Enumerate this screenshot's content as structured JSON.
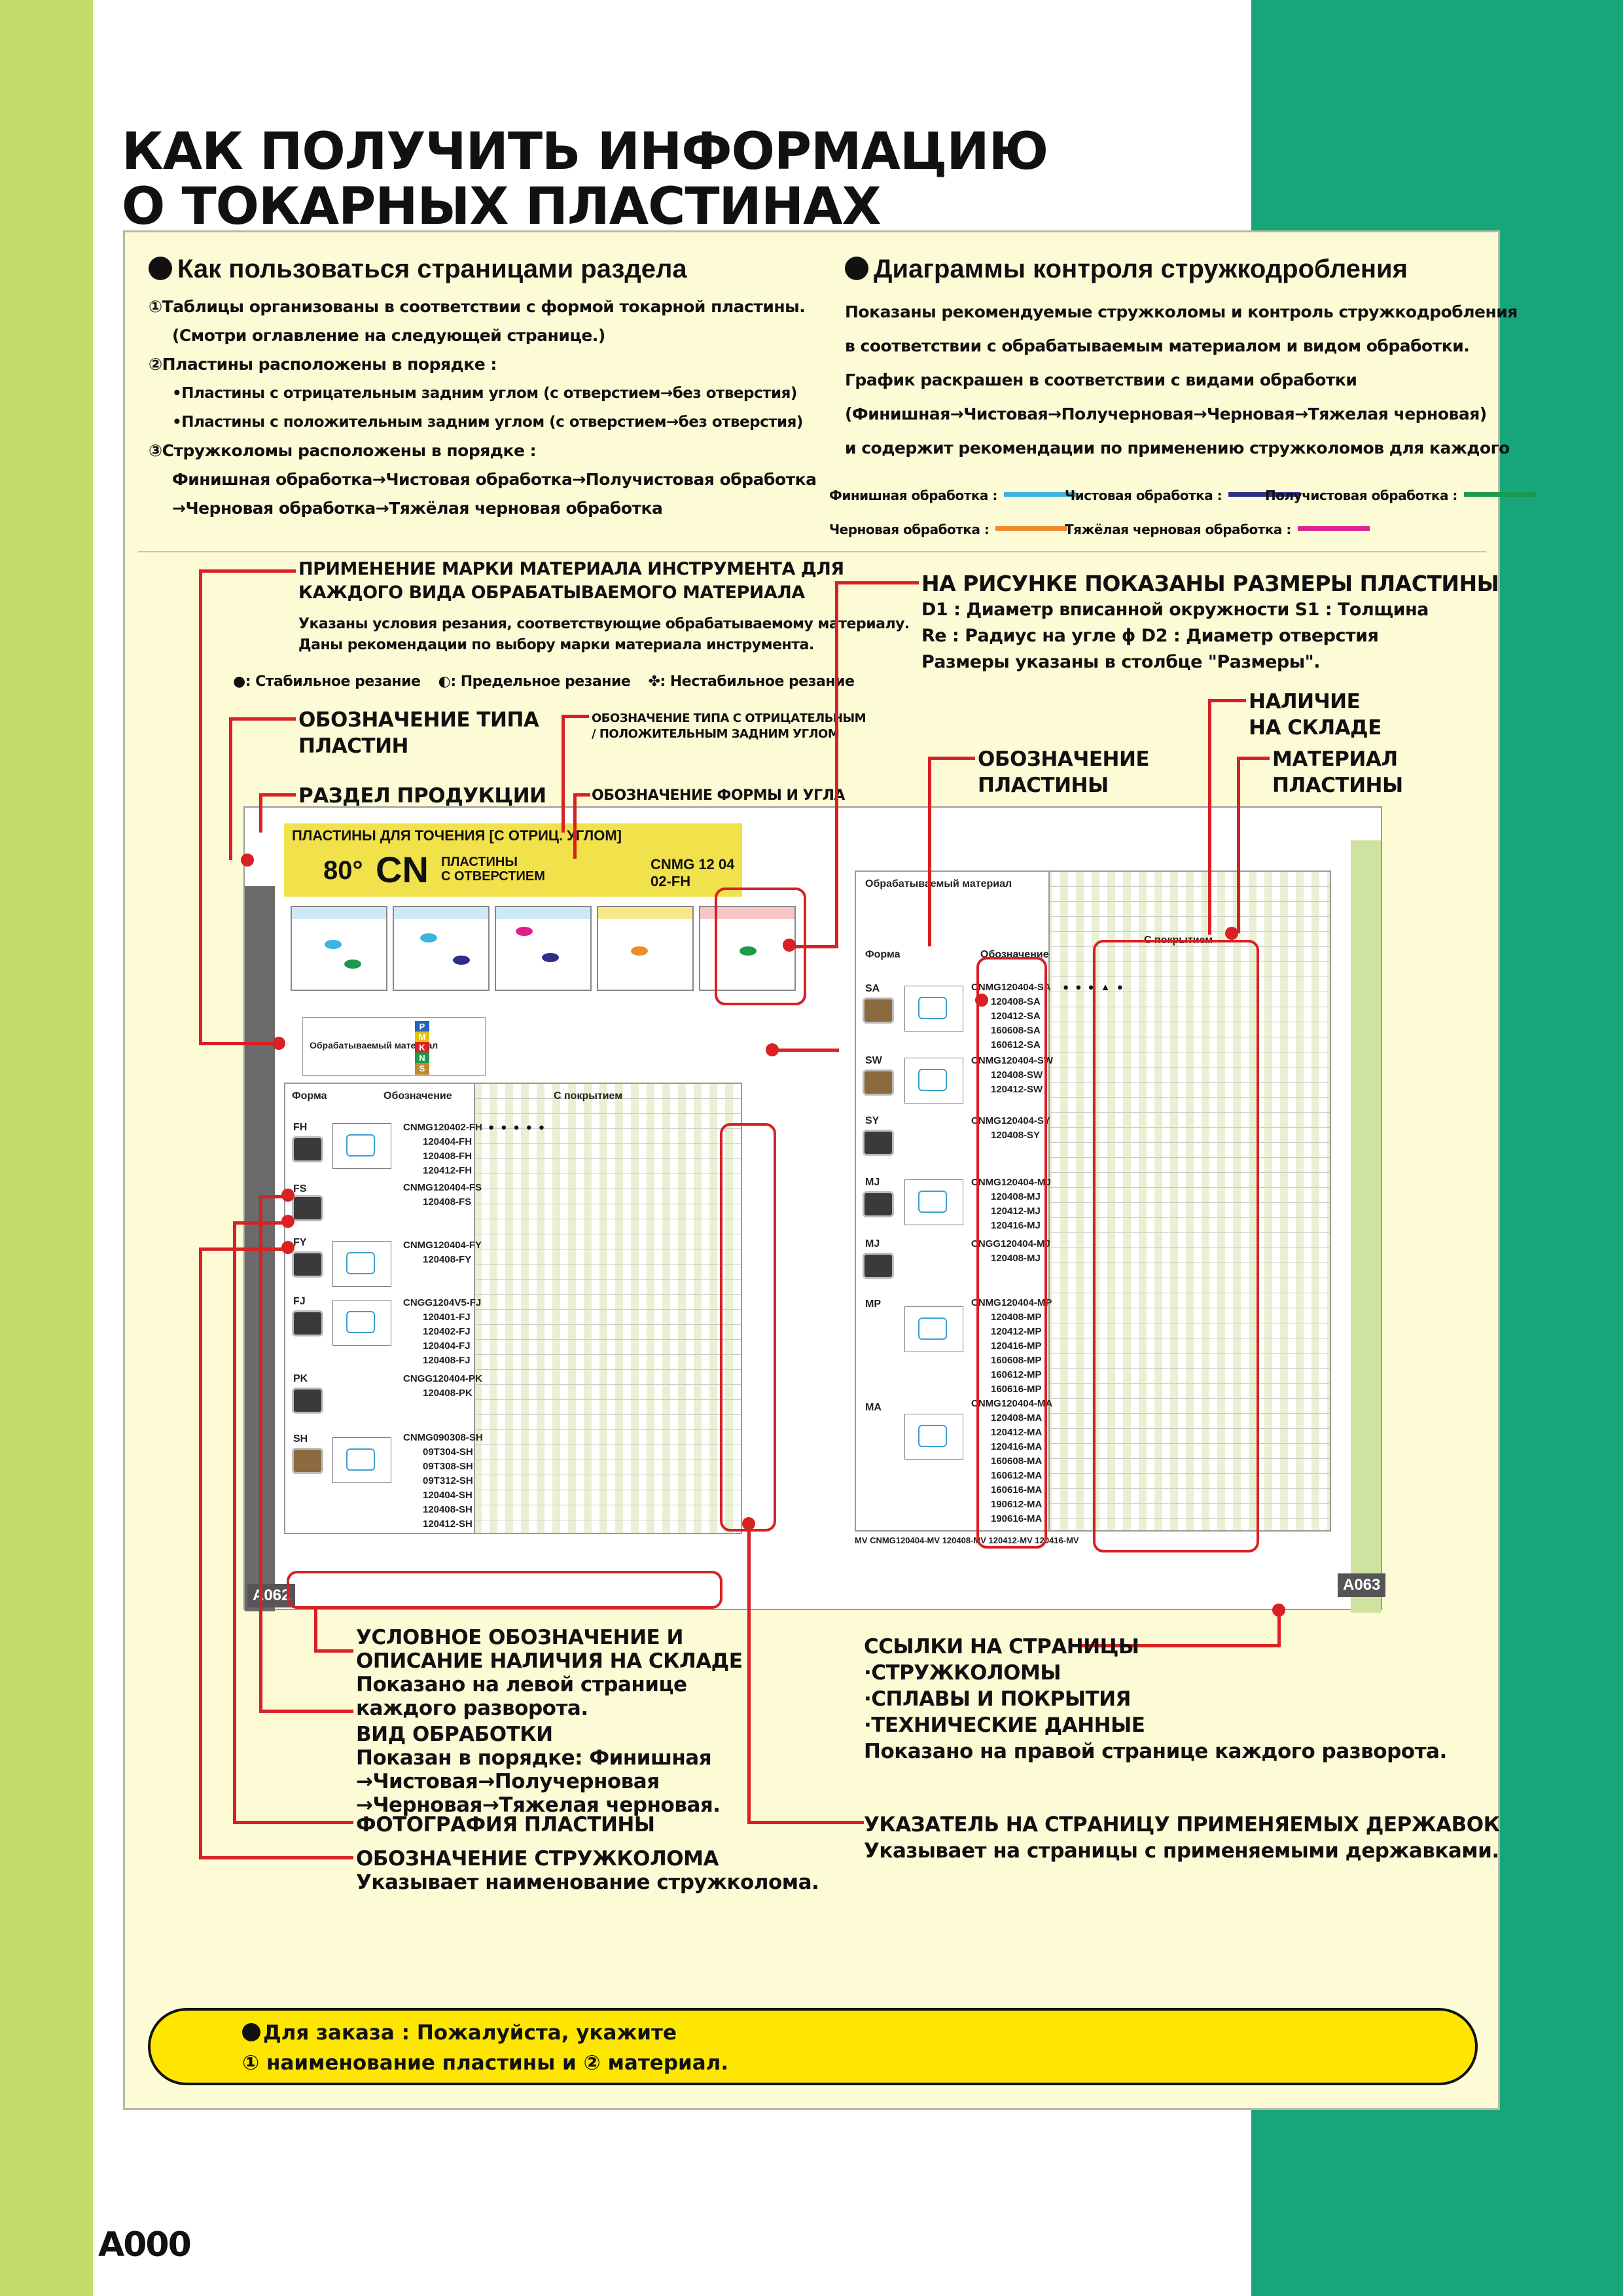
{
  "title": {
    "line1": "КАК ПОЛУЧИТЬ ИНФОРМАЦИЮ",
    "line2": "О ТОКАРНЫХ ПЛАСТИНАХ"
  },
  "usage": {
    "heading": "Как пользоваться страницами раздела",
    "items": [
      "①Таблицы организованы в соответствии с формой токарной пластины.",
      "(Смотри оглавление на следующей странице.)",
      "②Пластины расположены в порядке :",
      "•Пластины с отрицательным задним углом (с отверстием→без отверстия)",
      "•Пластины с положительным задним углом (с отверстием→без отверстия)",
      "③Стружколомы расположены в порядке :",
      "Финишная обработка→Чистовая обработка→Получистовая обработка",
      "→Черновая обработка→Тяжёлая черновая обработка"
    ]
  },
  "chip_control": {
    "heading": "Диаграммы контроля стружкодробления",
    "lines": [
      "Показаны рекомендуемые стружколомы и контроль стружкодробления",
      "в соответствии с обрабатываемым материалом и видом обработки.",
      "График раскрашен в соответствии с видами обработки",
      "(Финишная→Чистовая→Получерновая→Черновая→Тяжелая черновая)",
      "и содержит рекомендации по применению стружколомов для каждого"
    ],
    "legend": [
      {
        "label": "Финишная обработка :",
        "color": "#3cb4e0"
      },
      {
        "label": "Чистовая обработка :",
        "color": "#2c2f86"
      },
      {
        "label": "Получистовая обработка :",
        "color": "#1a9a4a"
      },
      {
        "label": "Черновая обработка :",
        "color": "#f08a2a"
      },
      {
        "label": "Тяжёлая черновая обработка :",
        "color": "#e0208a"
      }
    ]
  },
  "callouts": {
    "grade": {
      "title1": "ПРИМЕНЕНИЕ МАРКИ МАТЕРИАЛА ИНСТРУМЕНТА ДЛЯ",
      "title2": "КАЖДОГО ВИДА ОБРАБАТЫВАЕМОГО МАТЕРИАЛА",
      "desc1": "Указаны условия резания, соответствующие обрабатываемому материалу.",
      "desc2": "Даны рекомендации по выбору марки материала инструмента.",
      "stable": ": Стабильное резание",
      "limit": ": Предельное резание",
      "unstable": ": Нестабильное резание"
    },
    "dimensions": {
      "title": "НА РИСУНКЕ ПОКАЗАНЫ РАЗМЕРЫ ПЛАСТИНЫ",
      "l1": "D1 : Диаметр вписанной окружности  S1 : Толщина",
      "l2": "Re : Радиус на угле  ϕ D2 : Диаметр отверстия",
      "l3": "Размеры указаны в столбце \"Размеры\"."
    },
    "type1": "ОБОЗНАЧЕНИЕ ТИПА",
    "type2": "ПЛАСТИН",
    "type_neg1": "ОБОЗНАЧЕНИЕ ТИПА С ОТРИЦАТЕЛЬНЫМ",
    "type_neg2": "/ ПОЛОЖИТЕЛЬНЫМ ЗАДНИМ УГЛОМ",
    "section": "РАЗДЕЛ ПРОДУКЦИИ",
    "shape": "ОБОЗНАЧЕНИЕ ФОРМЫ И УГЛА",
    "stock1": "НАЛИЧИЕ",
    "stock2": "НА СКЛАДЕ",
    "designation1": "ОБОЗНАЧЕНИЕ",
    "designation2": "ПЛАСТИНЫ",
    "material1": "МАТЕРИАЛ",
    "material2": "ПЛАСТИНЫ",
    "stock_legend": {
      "l1": "УСЛОВНОЕ ОБОЗНАЧЕНИЕ И",
      "l2": "ОПИСАНИЕ НАЛИЧИЯ НА СКЛАДЕ",
      "l3": "Показано на левой странице",
      "l4": "каждого разворота."
    },
    "machining": {
      "l1": "ВИД ОБРАБОТКИ",
      "l2": "Показан в порядке: Финишная",
      "l3": "→Чистовая→Получерновая",
      "l4": "→Черновая→Тяжелая черновая."
    },
    "photo": "ФОТОГРАФИЯ ПЛАСТИНЫ",
    "breaker": {
      "l1": "ОБОЗНАЧЕНИЕ СТРУЖКОЛОМА",
      "l2": "Указывает наименование стружколома."
    },
    "refs": {
      "l1": "ССЫЛКИ НА СТРАНИЦЫ",
      "l2": "·СТРУЖКОЛОМЫ",
      "l3": "·СПЛАВЫ И ПОКРЫТИЯ",
      "l4": "·ТЕХНИЧЕСКИЕ ДАННЫЕ",
      "l5": "Показано на правой странице каждого разворота."
    },
    "holders": {
      "l1": "УКАЗАТЕЛЬ НА СТРАНИЦУ ПРИМЕНЯЕМЫХ ДЕРЖАВОК",
      "l2": "Указывает на страницы с применяемыми державками."
    }
  },
  "spread": {
    "section_title": "ПЛАСТИНЫ ДЛЯ ТОЧЕНИЯ [С ОТРИЦ. УГЛОМ]",
    "angle": "80°",
    "shape": "CN",
    "shape_sub1": "ПЛАСТИНЫ",
    "shape_sub2": "С ОТВЕРСТИЕМ",
    "code": "CNMG 12 04 02-FH",
    "left_page": "A062",
    "right_page": "A063",
    "material_header": "Обрабатываемый материал",
    "coated_header": "С покрытием",
    "form_header": "Форма",
    "designation_header": "Обозначение",
    "left_rows": [
      {
        "group": "FH",
        "codes": [
          "CNMG120402-FH",
          "120404-FH",
          "120408-FH",
          "120412-FH"
        ]
      },
      {
        "group": "FS",
        "codes": [
          "CNMG120404-FS",
          "120408-FS"
        ]
      },
      {
        "group": "FY",
        "codes": [
          "CNMG120404-FY",
          "120408-FY"
        ]
      },
      {
        "group": "FJ",
        "codes": [
          "CNGG1204V5-FJ",
          "120401-FJ",
          "120402-FJ",
          "120404-FJ",
          "120408-FJ"
        ]
      },
      {
        "group": "PK",
        "codes": [
          "CNGG120404-PK",
          "120408-PK"
        ]
      },
      {
        "group": "SH",
        "codes": [
          "CNMG090308-SH",
          "09T304-SH",
          "09T308-SH",
          "09T312-SH",
          "120404-SH",
          "120408-SH",
          "120412-SH"
        ]
      }
    ],
    "right_rows": [
      {
        "group": "SA",
        "codes": [
          "CNMG120404-SA",
          "120408-SA",
          "120412-SA",
          "160608-SA",
          "160612-SA"
        ]
      },
      {
        "group": "SW",
        "codes": [
          "CNMG120404-SW",
          "120408-SW",
          "120412-SW"
        ]
      },
      {
        "group": "SY",
        "codes": [
          "CNMG120404-SY",
          "120408-SY"
        ]
      },
      {
        "group": "MJ",
        "codes": [
          "CNMG120404-MJ",
          "120408-MJ",
          "120412-MJ",
          "120416-MJ"
        ]
      },
      {
        "group": "MJ",
        "codes": [
          "CNGG120404-MJ",
          "120408-MJ"
        ]
      },
      {
        "group": "MP",
        "codes": [
          "CNMG120404-MP",
          "120408-MP",
          "120412-MP",
          "120416-MP",
          "160608-MP",
          "160612-MP",
          "160616-MP"
        ]
      },
      {
        "group": "MA",
        "codes": [
          "CNMG120404-MA",
          "120408-MA",
          "120412-MA",
          "120416-MA",
          "160608-MA",
          "160612-MA",
          "160616-MA",
          "190612-MA",
          "190616-MA"
        ]
      },
      {
        "group": "MV",
        "codes": [
          "CNMG120404-MV",
          "120408-MV",
          "120412-MV",
          "120416-MV"
        ]
      }
    ]
  },
  "order": {
    "line1": "Для заказа : Пожалуйста, укажите",
    "line2": "① наименование пластины и ② материал."
  },
  "footer_code": "A000",
  "colors": {
    "accent_red": "#d92025",
    "left_band": "#c4dc6a",
    "right_band": "#16a67a",
    "panel": "#fdfad6",
    "order_bar": "#ffe600"
  }
}
